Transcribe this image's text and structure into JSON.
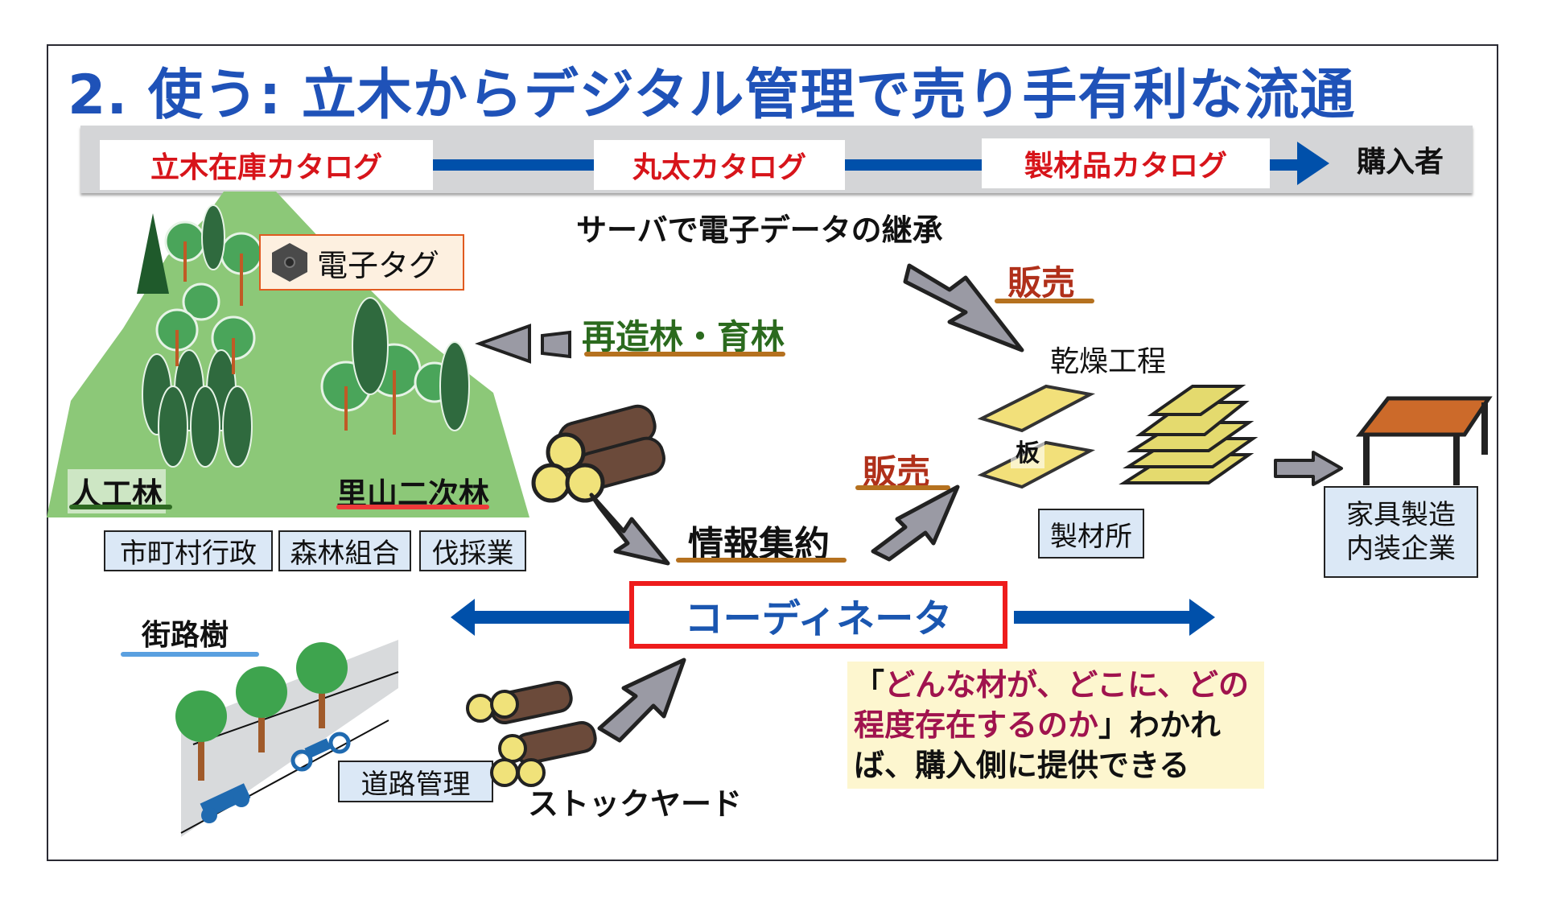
{
  "title": "2. 使う: 立木からデジタル管理で売り手有利な流通",
  "catalog_bar": {
    "stages": [
      "立木在庫カタログ",
      "丸太カタログ",
      "製材品カタログ"
    ],
    "end_label": "購入者"
  },
  "server_caption": "サーバで電子データの継承",
  "forest": {
    "tag_label": "電子タグ",
    "plantation_label": "人工林",
    "satoyama_label": "里山二次林",
    "actors": [
      "市町村行政",
      "森林組合",
      "伐採業"
    ]
  },
  "reforestation_label": "再造林・育林",
  "sales_label_top": "販売",
  "sales_label_mid": "販売",
  "drying_label": "乾燥工程",
  "board_label": "板",
  "sawmill_label": "製材所",
  "furniture_label": [
    "家具製造",
    "内装企業"
  ],
  "info_label": "情報集約",
  "coordinator_label": "コーディネータ",
  "street_trees_label": "街路樹",
  "road_mgmt_label": "道路管理",
  "stockyard_label": "ストックヤード",
  "note": {
    "line1_open": "「",
    "line1_highlight": "どんな材が、どこに、どの",
    "line2_highlight": "程度存在するのか",
    "line2_rest": "」わかれ",
    "line3": "ば、購入側に提供できる"
  },
  "colors": {
    "title_blue": "#1f52b8",
    "catalog_red": "#d7141a",
    "arrow_blue": "#0050aa",
    "forest_green": "#8cc878",
    "coordinator_red": "#ee1c1c",
    "note_bg": "#fdf6cf",
    "note_highlight": "#a0134e",
    "label_box_bg": "#dbe8f6",
    "sales_red": "#b0301a",
    "reforest_green": "#2b6a1e"
  }
}
